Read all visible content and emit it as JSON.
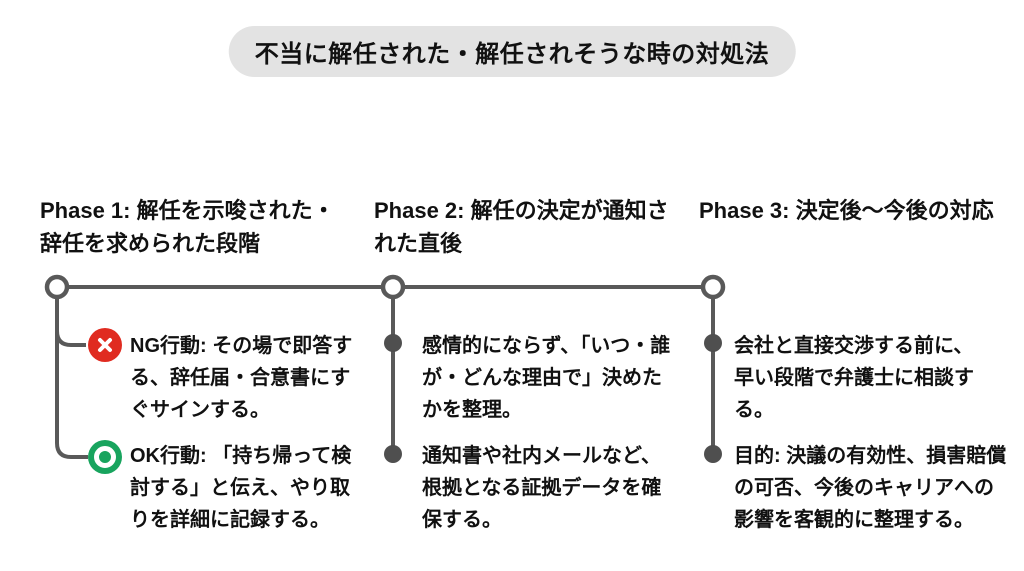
{
  "title": "不当に解任された・解任されそうな時の対処法",
  "colors": {
    "background": "#ffffff",
    "pill_bg": "#e3e3e3",
    "text": "#111111",
    "timeline_line": "#595959",
    "timeline_dot": "#4f4f4f",
    "ng_red": "#e02b20",
    "ok_green": "#18a45e"
  },
  "phases": [
    {
      "title": "Phase 1: 解任を示唆された・辞任を求められた段階",
      "items": [
        {
          "icon": "ng-cross-icon",
          "text": "NG行動: その場で即答する、辞任届・合意書にすぐサインする。"
        },
        {
          "icon": "ok-circle-icon",
          "text": "OK行動: 「持ち帰って検討する」と伝え、やり取りを詳細に記録する。"
        }
      ]
    },
    {
      "title": "Phase 2: 解任の決定が通知された直後",
      "items": [
        {
          "icon": "timeline-dot",
          "text": "感情的にならず、「いつ・誰が・どんな理由で」決めたかを整理。"
        },
        {
          "icon": "timeline-dot",
          "text": "通知書や社内メールなど、根拠となる証拠データを確保する。"
        }
      ]
    },
    {
      "title": "Phase 3: 決定後〜今後の対応",
      "items": [
        {
          "icon": "timeline-dot",
          "text": "会社と直接交渉する前に、早い段階で弁護士に相談する。"
        },
        {
          "icon": "timeline-dot",
          "text": "目的: 決議の有効性、損害賠償の可否、今後のキャリアへの影響を客観的に整理する。"
        }
      ]
    }
  ]
}
